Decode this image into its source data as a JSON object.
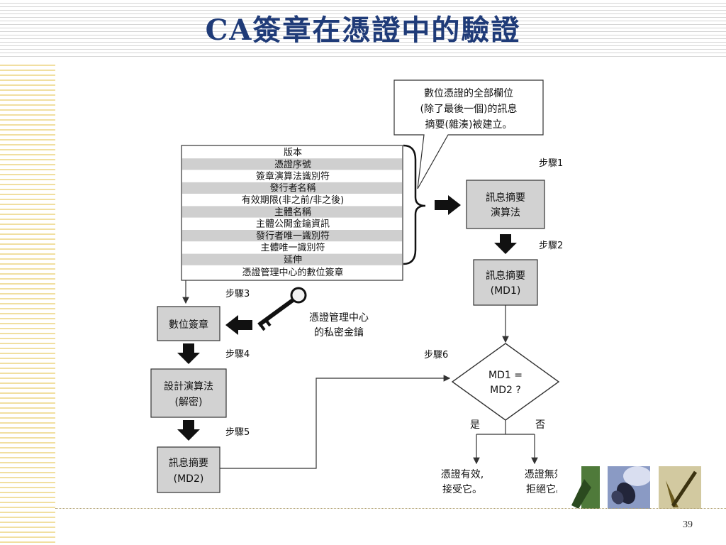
{
  "title": "CA簽章在憑證中的驗證",
  "page_number": "39",
  "cert_fields": [
    "版本",
    "憑證序號",
    "簽章演算法識別符",
    "發行者名稱",
    "有效期限(非之前/非之後)",
    "主體名稱",
    "主體公開金鑰資訊",
    "發行者唯一識別符",
    "主體唯一識別符",
    "延伸",
    "憑證管理中心的數位簽章"
  ],
  "callout": [
    "數位憑證的全部欄位",
    "(除了最後一個)的訊息",
    "摘要(雜湊)被建立。"
  ],
  "steps": {
    "step1": "步驟1",
    "step2": "步驟2",
    "step3": "步驟3",
    "step4": "步驟4",
    "step5": "步驟5",
    "step6": "步驟6"
  },
  "boxes": {
    "hash_algorithm": [
      "訊息摘要",
      "演算法"
    ],
    "md1": [
      "訊息摘要",
      "(MD1)"
    ],
    "digital_signature": [
      "數位簽章"
    ],
    "design_algorithm": [
      "設計演算法",
      "(解密)"
    ],
    "md2": [
      "訊息摘要",
      "(MD2)"
    ]
  },
  "key_label": [
    "憑證管理中心",
    "的私密金鑰"
  ],
  "decision": [
    "MD1 =",
    "MD2 ?"
  ],
  "yes": "是",
  "no": "否",
  "valid": [
    "憑證有效,",
    "接受它。"
  ],
  "invalid": [
    "憑證無效,",
    "拒絕它。"
  ]
}
